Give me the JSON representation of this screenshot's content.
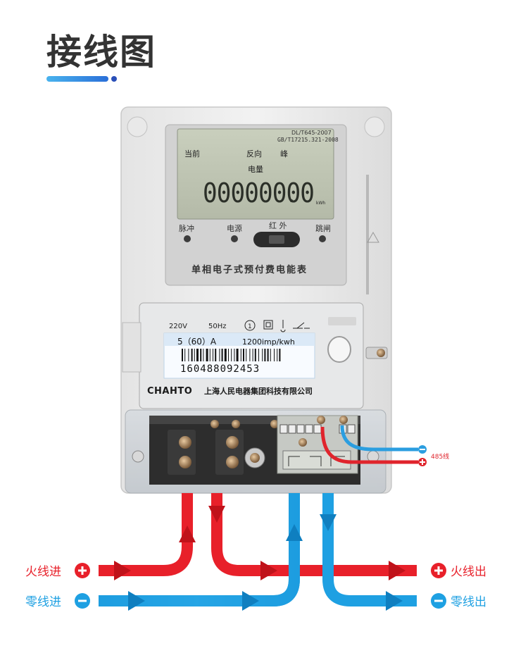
{
  "title": "接线图",
  "meter": {
    "lcd": {
      "standard1": "DL/T645-2007",
      "standard2": "GB/T17215.321-2008",
      "label_current": "当前",
      "label_reverse": "反向",
      "label_peak": "峰",
      "label_energy": "电量",
      "reading": "00000000",
      "unit": "kWh"
    },
    "indicators": {
      "pulse": "脉冲",
      "power": "电源",
      "infrared": "红 外",
      "trip": "跳闸"
    },
    "product_name": "单相电子式预付费电能表",
    "nameplate": {
      "voltage": "220V",
      "frequency": "50Hz",
      "class": "1",
      "current": "5（60）A",
      "constant": "1200imp/kwh",
      "serial": "160488092453"
    },
    "brand": "CHAHTO",
    "manufacturer": "上海人民电器集团科技有限公司"
  },
  "terminal_labels": {
    "wire_485": "485线"
  },
  "legend": {
    "live_in": "火线进",
    "neutral_in": "零线进",
    "live_out": "火线出",
    "neutral_out": "零线出"
  },
  "colors": {
    "live": "#e8202a",
    "neutral": "#1ea0e2",
    "title": "#333333"
  }
}
